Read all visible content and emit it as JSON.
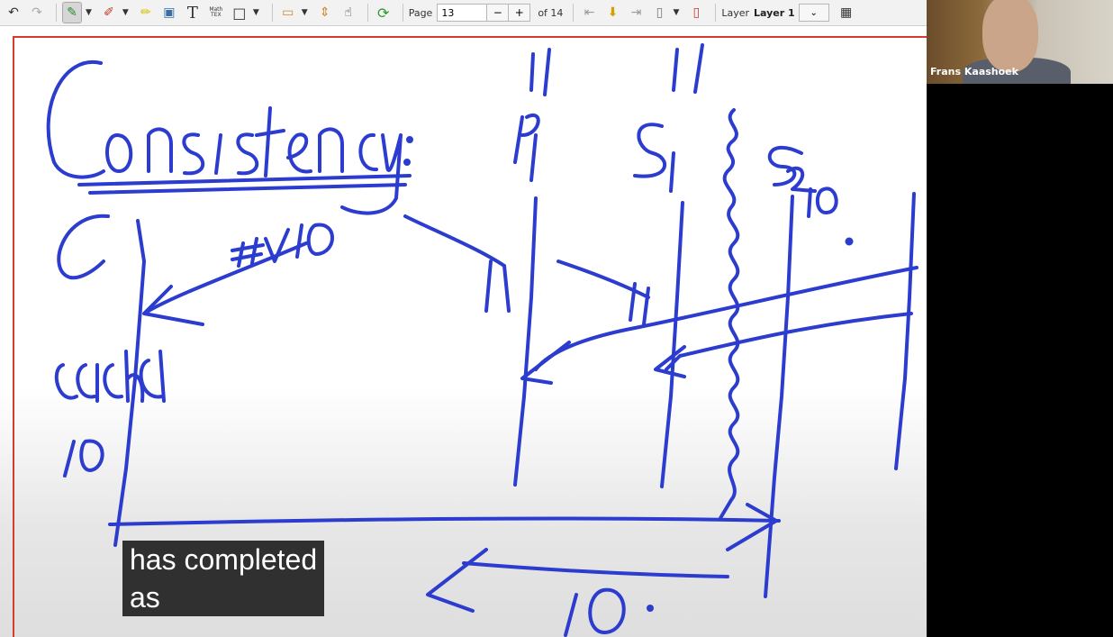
{
  "toolbar": {
    "page_label": "Page",
    "page_value": "13",
    "minus": "−",
    "plus": "+",
    "page_total": "of 14",
    "layer_label": "Layer",
    "layer_value": "Layer 1",
    "icons": [
      "undo-icon",
      "redo-icon",
      "pen-icon",
      "eraser-icon",
      "highlighter-icon",
      "image-icon",
      "text-icon",
      "math-tex-icon",
      "shape-icon",
      "select-rect-icon",
      "vertical-space-icon",
      "hand-icon",
      "refresh-icon",
      "first-page-icon",
      "goto-page-icon",
      "last-page-icon",
      "new-page-icon",
      "delete-page-icon",
      "fullscreen-icon"
    ],
    "math_label": "Math\nTEX"
  },
  "video": {
    "participant_name": "Frans Kaashoek"
  },
  "captions": {
    "line1": "has completed",
    "line2": "as"
  },
  "colors": {
    "ink": "#2b3ccf",
    "page_edge": "#d43c2f"
  }
}
